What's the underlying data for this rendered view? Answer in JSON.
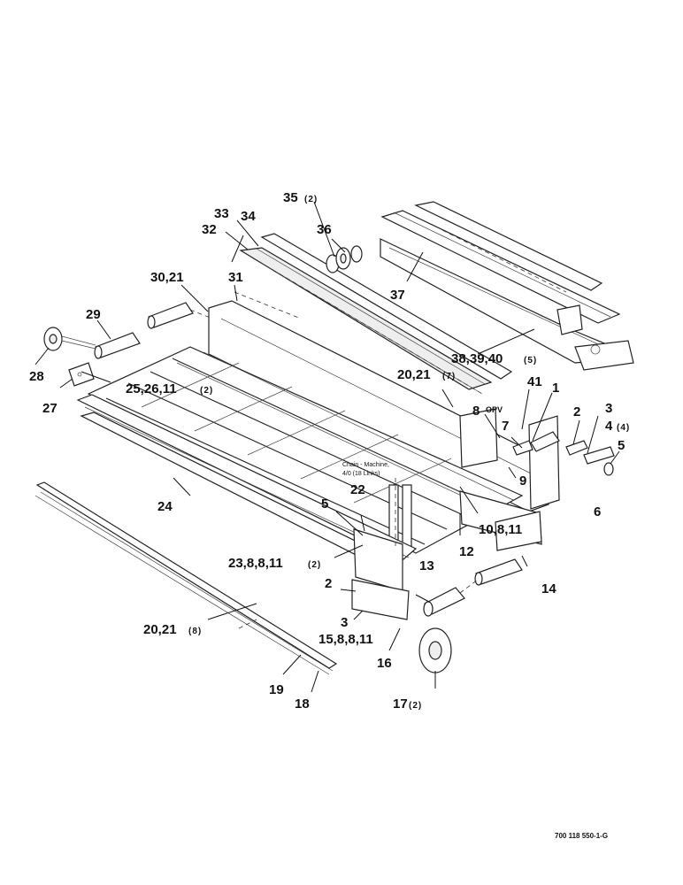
{
  "callouts": {
    "c1": "1",
    "c2a": "2",
    "c2b": "2",
    "c3a": "3",
    "c3b": "3",
    "c4": "4",
    "c4q": "(4)",
    "c5a": "5",
    "c5b": "5",
    "c6": "6",
    "c7": "7",
    "c8": "8",
    "c9": "9",
    "c10": "10,8,11",
    "c12": "12",
    "c13": "13",
    "c14": "14",
    "c15": "15,8,8,11",
    "c16": "16",
    "c17": "17",
    "c17q": "(2)",
    "c18": "18",
    "c19": "19",
    "c20a": "20,21",
    "c20aq": "(8)",
    "c20b": "20,21",
    "c20bq": "(7)",
    "c22": "22",
    "c23": "23,8,8,11",
    "c23q": "(2)",
    "c24": "24",
    "c25": "25,26,11",
    "c25q": "(2)",
    "c27": "27",
    "c28": "28",
    "c29": "29",
    "c30": "30,21",
    "c31": "31",
    "c32": "32",
    "c33": "33",
    "c34": "34",
    "c35": "35",
    "c35q": "(2)",
    "c36": "36",
    "c37": "37",
    "c38": "38,39,40",
    "c38q": "(5)",
    "c41": "41"
  },
  "notes": {
    "opv": "OPV",
    "chain_line1": "Chain - Machine,",
    "chain_line2": "4/0 (18 Links)"
  },
  "figure_code": "700 118 550-1-G"
}
